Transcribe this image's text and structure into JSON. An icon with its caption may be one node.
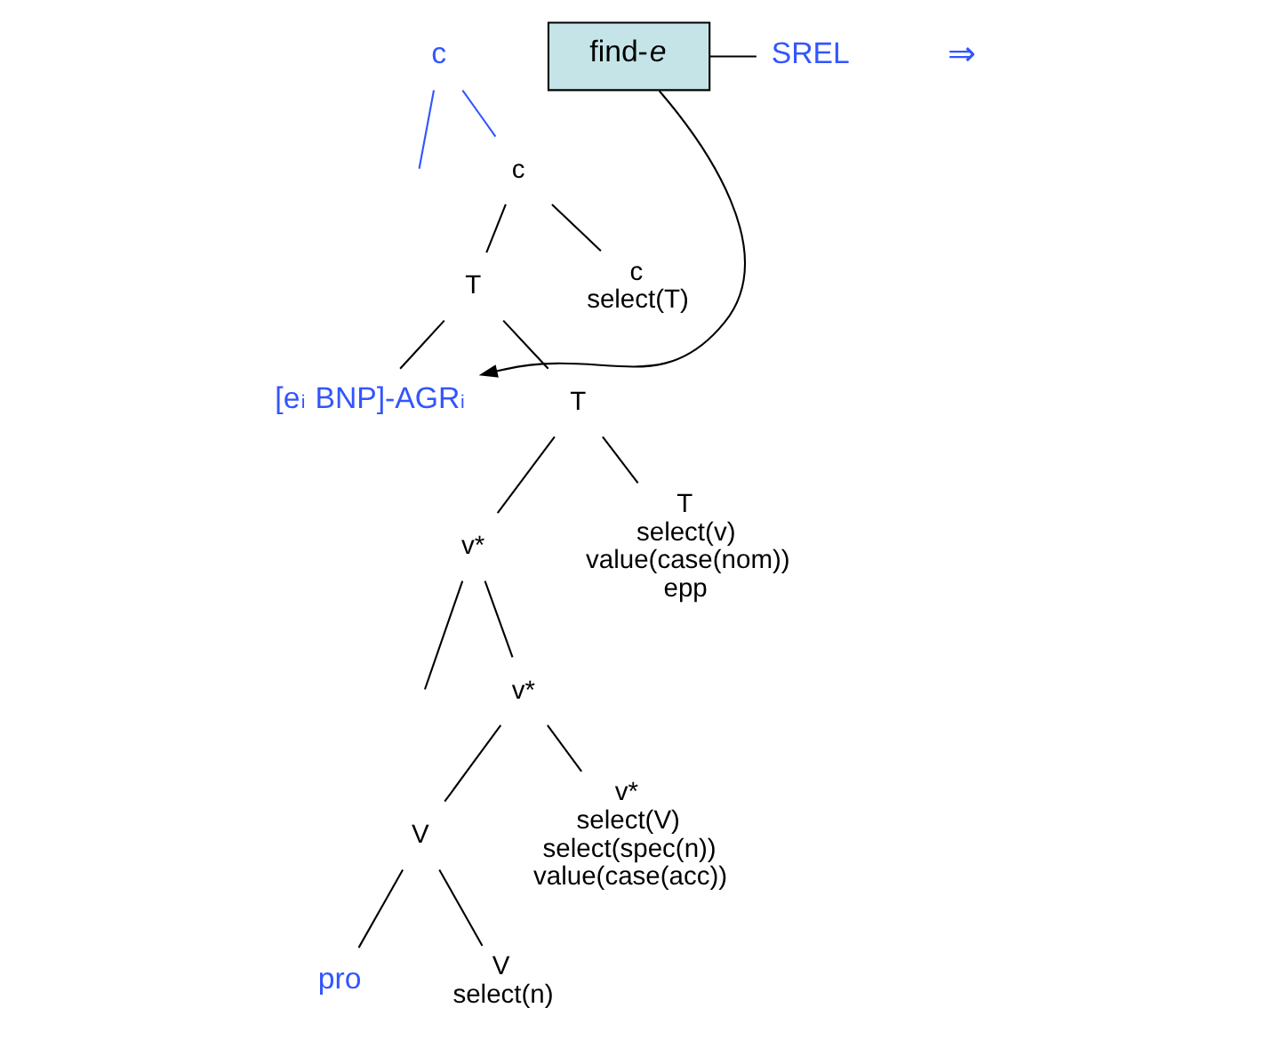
{
  "diagram": {
    "nodes": [
      {
        "text": [
          "c"
        ]
      },
      {
        "text": [
          "find-*e*"
        ]
      },
      {
        "text": [
          "c"
        ]
      },
      {
        "text": [
          "T"
        ]
      },
      {
        "text": [
          "c",
          "select(T)"
        ]
      },
      {
        "text": [
          "[e$_{i}$ BNP]-AGR$_{i}$"
        ]
      },
      {
        "text": [
          "T"
        ]
      },
      {
        "text": [
          "v*"
        ]
      },
      {
        "text": [
          "T",
          "select(v)",
          "value(case(nom))",
          "epp"
        ]
      },
      {
        "text": [
          "v*"
        ]
      },
      {
        "text": [
          "V"
        ]
      },
      {
        "text": [
          "v*",
          "select(V)",
          "select(spec(n))",
          "value(case(acc))"
        ]
      },
      {
        "text": [
          "pro"
        ]
      },
      {
        "text": [
          "V",
          "select(n)"
        ]
      },
      {
        "text": [
          "SREL"
        ]
      }
    ],
    "edges": [
      {
        "from": 0,
        "to": null,
        "arrow": "none",
        "color": "#3355ff"
      },
      {
        "from": 0,
        "to": 2,
        "arrow": "none",
        "color": "#3355ff"
      },
      {
        "from": 1,
        "to": 5,
        "arrow": "to"
      },
      {
        "from": 1,
        "to": 14,
        "arrow": "none"
      },
      {
        "from": 2,
        "to": 3,
        "arrow": "none"
      },
      {
        "from": 2,
        "to": 4,
        "arrow": "none"
      },
      {
        "from": 3,
        "to": 5,
        "arrow": "none"
      },
      {
        "from": 3,
        "to": 6,
        "arrow": "none"
      },
      {
        "from": 6,
        "to": 7,
        "arrow": "none"
      },
      {
        "from": 6,
        "to": 8,
        "arrow": "none"
      },
      {
        "from": 7,
        "to": null,
        "arrow": "none"
      },
      {
        "from": 7,
        "to": 9,
        "arrow": "none"
      },
      {
        "from": 9,
        "to": 10,
        "arrow": "none"
      },
      {
        "from": 9,
        "to": 11,
        "arrow": "none"
      },
      {
        "from": 10,
        "to": 12,
        "arrow": "none"
      },
      {
        "from": 10,
        "to": 13,
        "arrow": "none"
      }
    ],
    "labels": [
      "⇒"
    ]
  }
}
